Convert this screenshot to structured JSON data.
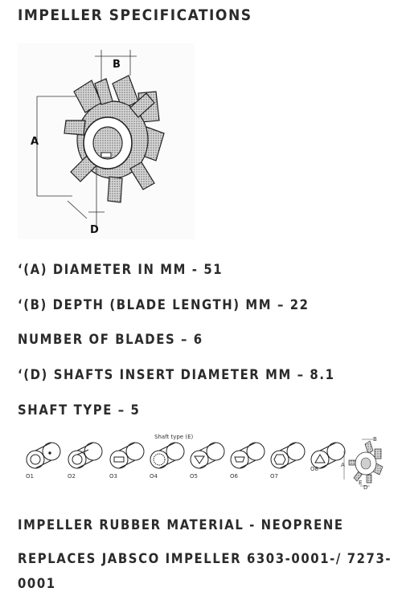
{
  "title": "IMPELLER SPECIFICATIONS",
  "diagram": {
    "labels": {
      "a": "A",
      "b": "B",
      "d": "D"
    }
  },
  "specs": [
    "‘(A) DIAMETER IN MM - 51",
    "‘(B) DEPTH (BLADE LENGTH) MM – 22",
    "NUMBER OF BLADES – 6",
    "‘(D) SHAFTS INSERT DIAMETER MM – 8.1",
    "SHAFT TYPE – 5"
  ],
  "shaft_types": {
    "caption": "Shaft type (E)",
    "codes": [
      "O1",
      "O2",
      "O3",
      "O4",
      "O5",
      "O6",
      "O7",
      "O8"
    ]
  },
  "thumb_labels": {
    "a": "A",
    "b": "B",
    "d": "D",
    "e": "E"
  },
  "material": "IMPELLER RUBBER MATERIAL - NEOPRENE",
  "replaces": "REPLACES JABSCO IMPELLER 6303-0001-/ 7273-0001"
}
